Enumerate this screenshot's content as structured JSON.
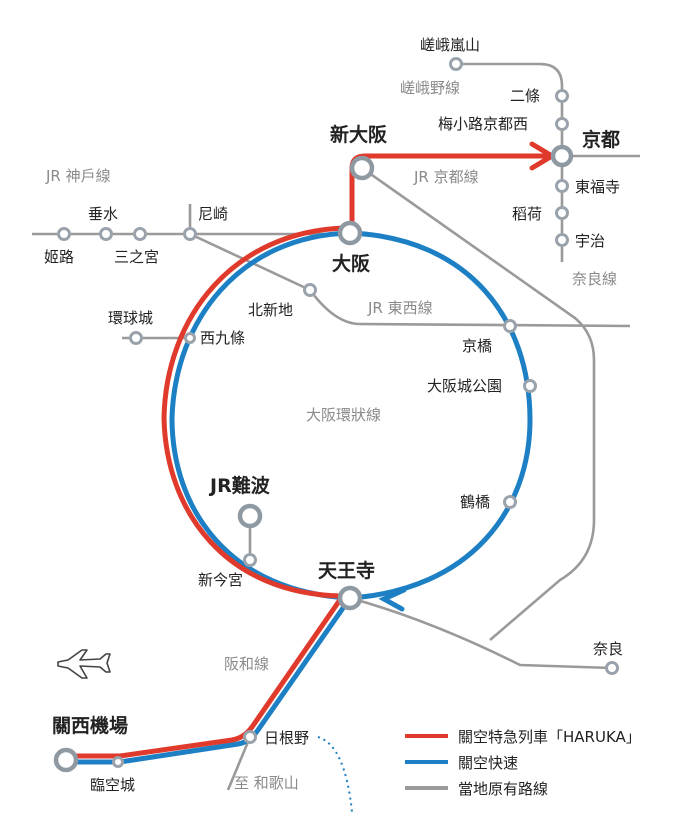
{
  "stations": {
    "sagaarashiyama": "嵯峨嵐山",
    "nijo": "二條",
    "umekoji": "梅小路京都西",
    "kyoto": "京都",
    "tofukuji": "東福寺",
    "inari": "稻荷",
    "uji": "宇治",
    "shinosaka": "新大阪",
    "osaka": "大阪",
    "amagasaki": "尼崎",
    "tarumi": "垂水",
    "himeji": "姬路",
    "sannomiya": "三之宮",
    "kitashinchi": "北新地",
    "universal": "環球城",
    "nishikujo": "西九條",
    "kyobashi": "京橋",
    "osakajokoen": "大阪城公園",
    "jrnamba": "JR難波",
    "tsuruhashi": "鶴橋",
    "shinimamiya": "新今宮",
    "tennoji": "天王寺",
    "nara": "奈良",
    "kansaiairport": "關西機場",
    "hineno": "日根野",
    "rinkutown": "臨空城"
  },
  "lines": {
    "sagano": "嵯峨野線",
    "kobe": "JR 神戶線",
    "kyoto_line": "JR 京都線",
    "tozai": "JR 東西線",
    "nara_line": "奈良線",
    "loop": "大阪環狀線",
    "hanwa": "阪和線",
    "to_wakayama": "至 和歌山"
  },
  "legend": {
    "haruka": "關空特急列車「HARUKA」",
    "kanku_rapid": "關空快速",
    "local": "當地原有路線"
  },
  "colors": {
    "haruka": "#e03a2c",
    "kanku_rapid": "#1d7fc4",
    "local": "#9a9a9a"
  },
  "icons": {
    "airport": "airplane-icon"
  }
}
